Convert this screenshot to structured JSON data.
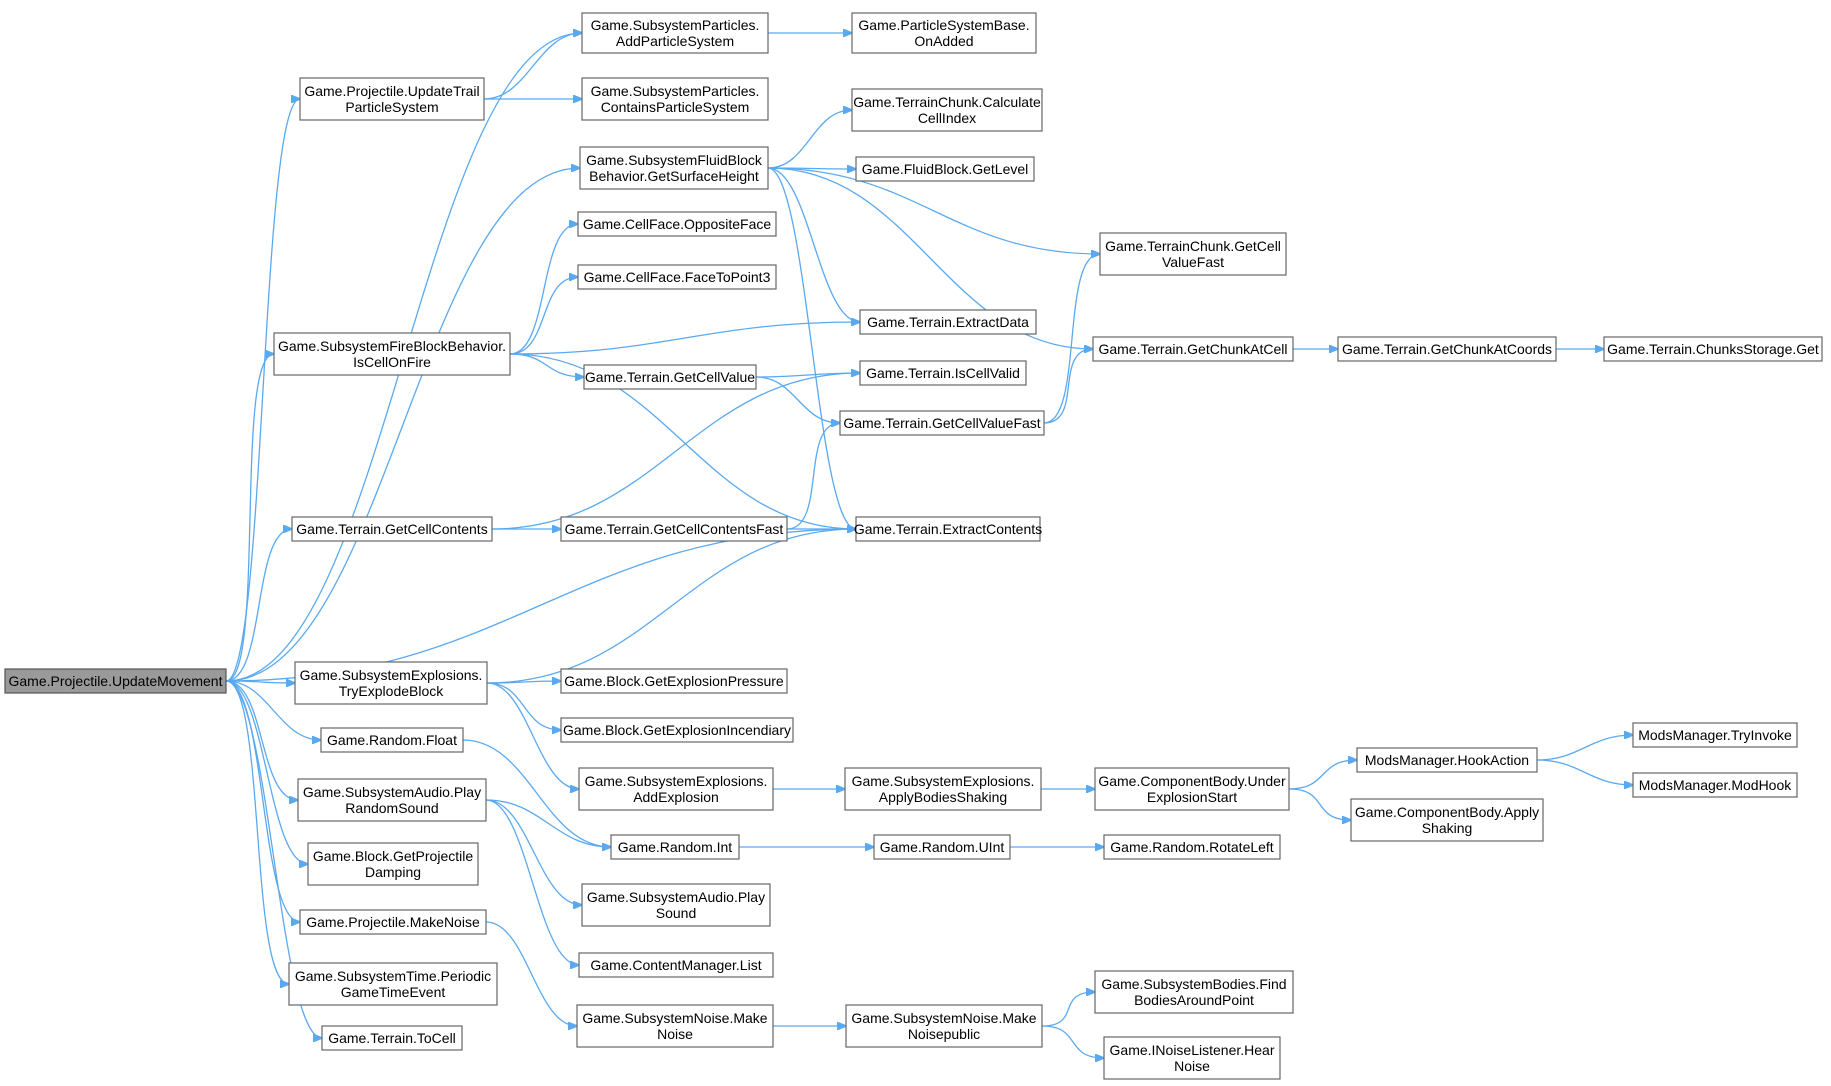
{
  "colors": {
    "edge": "#5aa9f0",
    "node_border": "#666666",
    "root_fill": "#9a9a9a",
    "node_fill": "#ffffff"
  },
  "nodes": [
    {
      "id": "root",
      "lines": [
        "Game.Projectile.UpdateMovement"
      ],
      "root": true
    },
    {
      "id": "addps",
      "lines": [
        "Game.SubsystemParticles.",
        "AddParticleSystem"
      ]
    },
    {
      "id": "onadded",
      "lines": [
        "Game.ParticleSystemBase.",
        "OnAdded"
      ]
    },
    {
      "id": "updtrail",
      "lines": [
        "Game.Projectile.UpdateTrail",
        "ParticleSystem"
      ]
    },
    {
      "id": "containsps",
      "lines": [
        "Game.SubsystemParticles.",
        "ContainsParticleSystem"
      ]
    },
    {
      "id": "calcidx",
      "lines": [
        "Game.TerrainChunk.Calculate",
        "CellIndex"
      ]
    },
    {
      "id": "fluidsurf",
      "lines": [
        "Game.SubsystemFluidBlock",
        "Behavior.GetSurfaceHeight"
      ]
    },
    {
      "id": "getlevel",
      "lines": [
        "Game.FluidBlock.GetLevel"
      ]
    },
    {
      "id": "opposite",
      "lines": [
        "Game.CellFace.OppositeFace"
      ]
    },
    {
      "id": "chunkgetfast",
      "lines": [
        "Game.TerrainChunk.GetCell",
        "ValueFast"
      ]
    },
    {
      "id": "facetopt",
      "lines": [
        "Game.CellFace.FaceToPoint3"
      ]
    },
    {
      "id": "extractdata",
      "lines": [
        "Game.Terrain.ExtractData"
      ]
    },
    {
      "id": "oncellfire",
      "lines": [
        "Game.SubsystemFireBlockBehavior.",
        "IsCellOnFire"
      ]
    },
    {
      "id": "getchunkcell",
      "lines": [
        "Game.Terrain.GetChunkAtCell"
      ]
    },
    {
      "id": "getchunkcoords",
      "lines": [
        "Game.Terrain.GetChunkAtCoords"
      ]
    },
    {
      "id": "chunksget",
      "lines": [
        "Game.Terrain.ChunksStorage.Get"
      ]
    },
    {
      "id": "getcellvalue",
      "lines": [
        "Game.Terrain.GetCellValue"
      ]
    },
    {
      "id": "iscellvalid",
      "lines": [
        "Game.Terrain.IsCellValid"
      ]
    },
    {
      "id": "getcellvaluefast",
      "lines": [
        "Game.Terrain.GetCellValueFast"
      ]
    },
    {
      "id": "getcellcontents",
      "lines": [
        "Game.Terrain.GetCellContents"
      ]
    },
    {
      "id": "getcellcontentsfast",
      "lines": [
        "Game.Terrain.GetCellContentsFast"
      ]
    },
    {
      "id": "extractcontents",
      "lines": [
        "Game.Terrain.ExtractContents"
      ]
    },
    {
      "id": "tryexplode",
      "lines": [
        "Game.SubsystemExplosions.",
        "TryExplodeBlock"
      ]
    },
    {
      "id": "exppressure",
      "lines": [
        "Game.Block.GetExplosionPressure"
      ]
    },
    {
      "id": "expincend",
      "lines": [
        "Game.Block.GetExplosionIncendiary"
      ]
    },
    {
      "id": "randfloat",
      "lines": [
        "Game.Random.Float"
      ]
    },
    {
      "id": "playrandom",
      "lines": [
        "Game.SubsystemAudio.Play",
        "RandomSound"
      ]
    },
    {
      "id": "addexplosion",
      "lines": [
        "Game.SubsystemExplosions.",
        "AddExplosion"
      ]
    },
    {
      "id": "applyshaking",
      "lines": [
        "Game.SubsystemExplosions.",
        "ApplyBodiesShaking"
      ]
    },
    {
      "id": "underexp",
      "lines": [
        "Game.ComponentBody.Under",
        "ExplosionStart"
      ]
    },
    {
      "id": "hookaction",
      "lines": [
        "ModsManager.HookAction"
      ]
    },
    {
      "id": "tryinvoke",
      "lines": [
        "ModsManager.TryInvoke"
      ]
    },
    {
      "id": "modhook",
      "lines": [
        "ModsManager.ModHook"
      ]
    },
    {
      "id": "bodyshake",
      "lines": [
        "Game.ComponentBody.Apply",
        "Shaking"
      ]
    },
    {
      "id": "projdamp",
      "lines": [
        "Game.Block.GetProjectile",
        "Damping"
      ]
    },
    {
      "id": "randint",
      "lines": [
        "Game.Random.Int"
      ]
    },
    {
      "id": "randuint",
      "lines": [
        "Game.Random.UInt"
      ]
    },
    {
      "id": "rotleft",
      "lines": [
        "Game.Random.RotateLeft"
      ]
    },
    {
      "id": "playsound",
      "lines": [
        "Game.SubsystemAudio.Play",
        "Sound"
      ]
    },
    {
      "id": "makenoise",
      "lines": [
        "Game.Projectile.MakeNoise"
      ]
    },
    {
      "id": "cmlist",
      "lines": [
        "Game.ContentManager.List"
      ]
    },
    {
      "id": "periodic",
      "lines": [
        "Game.SubsystemTime.Periodic",
        "GameTimeEvent"
      ]
    },
    {
      "id": "findbodies",
      "lines": [
        "Game.SubsystemBodies.Find",
        "BodiesAroundPoint"
      ]
    },
    {
      "id": "noisemake",
      "lines": [
        "Game.SubsystemNoise.Make",
        "Noise"
      ]
    },
    {
      "id": "noisepublic",
      "lines": [
        "Game.SubsystemNoise.Make",
        "Noisepublic"
      ]
    },
    {
      "id": "toCell",
      "lines": [
        "Game.Terrain.ToCell"
      ]
    },
    {
      "id": "hearnoise",
      "lines": [
        "Game.INoiseListener.Hear",
        "Noise"
      ]
    }
  ]
}
